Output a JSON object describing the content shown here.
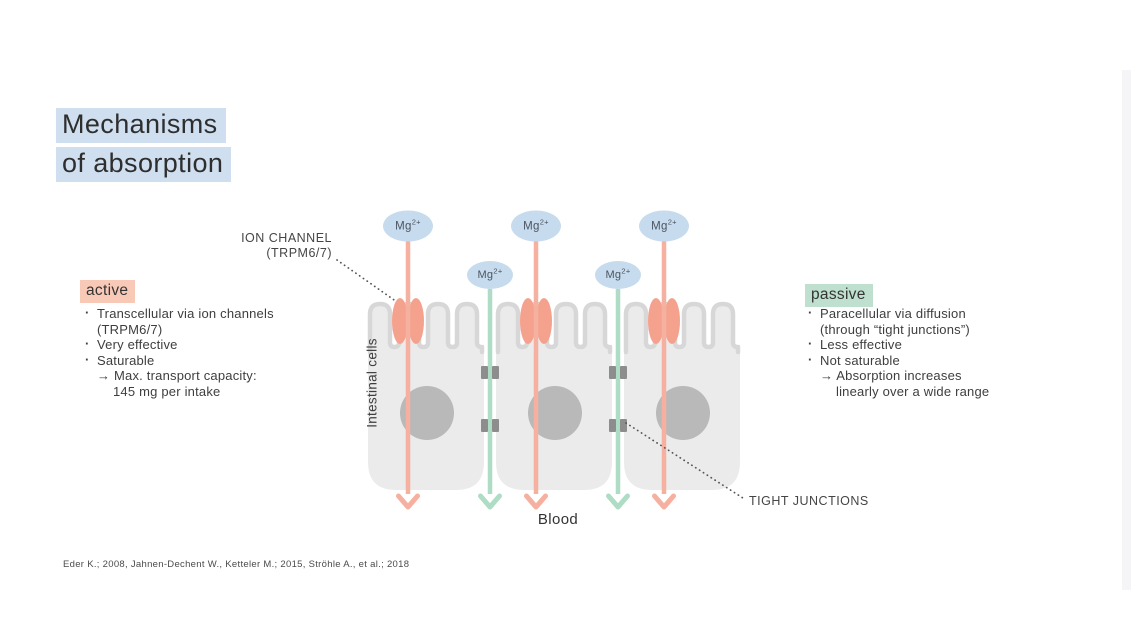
{
  "title": {
    "line1": "Mechanisms",
    "line2": "of absorption"
  },
  "labels": {
    "ion_channel_line1": "ION CHANNEL",
    "ion_channel_line2": "(TRPM6/7)",
    "tight_junctions": "TIGHT JUNCTIONS",
    "intestinal_cells": "Intestinal cells",
    "blood": "Blood",
    "mg_base": "Mg",
    "mg_sup": "2+"
  },
  "active": {
    "heading": "active",
    "lines": [
      {
        "text": "Transcellular via ion channels"
      },
      {
        "text": "(TRPM6/7)"
      },
      {
        "text": "Very effective"
      },
      {
        "text": "Saturable"
      },
      {
        "text": "→ Max. transport capacity:"
      },
      {
        "text": "145 mg per intake"
      }
    ]
  },
  "passive": {
    "heading": "passive",
    "lines": [
      {
        "text": "Paracellular via diffusion"
      },
      {
        "text": "(through “tight junctions”)"
      },
      {
        "text": "Less effective"
      },
      {
        "text": "Not saturable"
      },
      {
        "text": "→ Absorption increases"
      },
      {
        "text": "linearly over a wide range"
      }
    ]
  },
  "citation": "Eder K.; 2008, Jahnen-Dechent W., Ketteler M.; 2015, Ströhle A., et al.; 2018",
  "colors": {
    "title_highlight": "#cfdfef",
    "active_highlight": "#f9c9b7",
    "passive_highlight": "#bfe0ce",
    "mg_bubble": "#c6dbee",
    "active_arrow": "#f6b0a0",
    "ion_channel_shape": "#f4a28e",
    "passive_arrow": "#aedcc5",
    "cell_fill": "#ebebeb",
    "cell_outline": "#d7d7d7",
    "nucleus": "#b9b9b9",
    "tight_junction_marker": "#8d8d8d",
    "text_dark": "#3e3e3e"
  }
}
